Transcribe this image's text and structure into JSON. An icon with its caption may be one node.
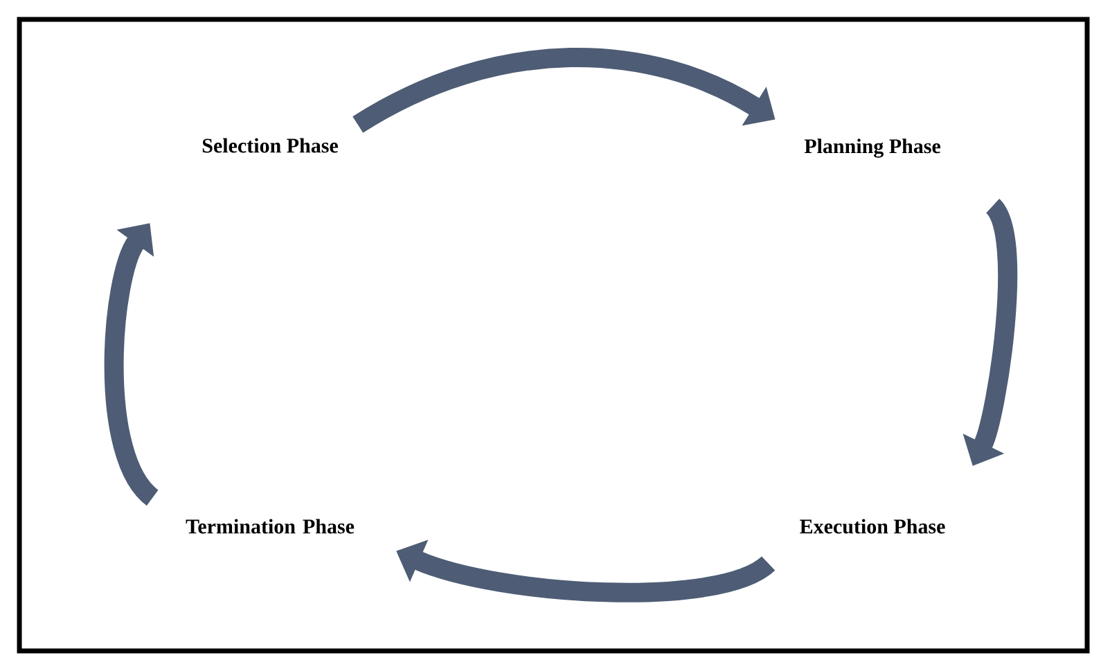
{
  "diagram": {
    "nodes": [
      {
        "text": [
          "Selection Phase"
        ]
      },
      {
        "text": [
          "Planning Phase"
        ]
      },
      {
        "text": [
          "Execution Phase"
        ]
      },
      {
        "text": [
          "Termination Phase"
        ]
      }
    ],
    "edges": [
      {
        "from": 0,
        "to": 1,
        "arrow": "to"
      },
      {
        "from": 1,
        "to": 2,
        "arrow": "to"
      },
      {
        "from": 2,
        "to": 3,
        "arrow": "to"
      },
      {
        "from": 3,
        "to": 0,
        "arrow": "to"
      }
    ]
  }
}
